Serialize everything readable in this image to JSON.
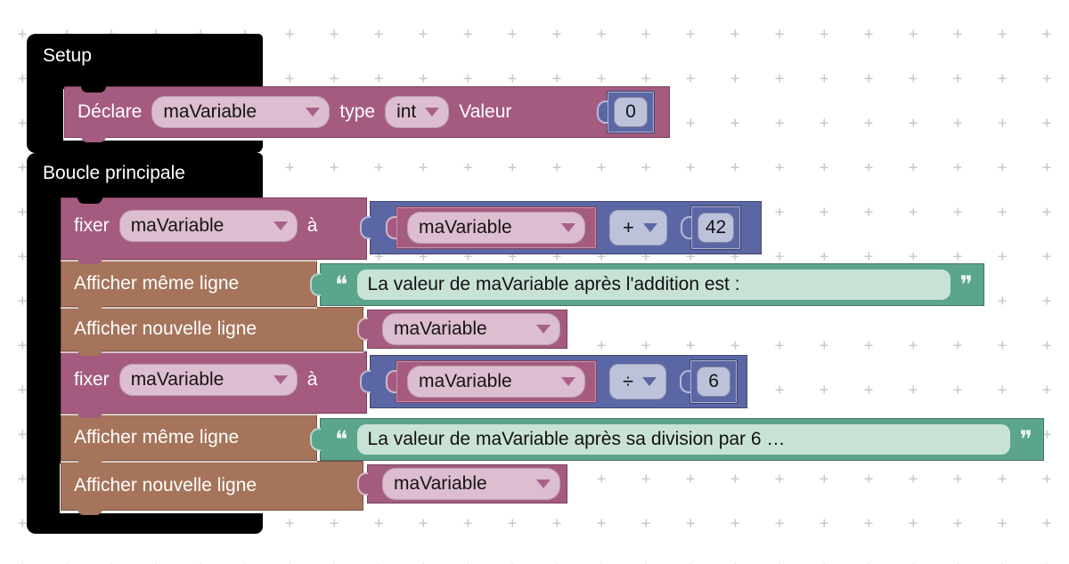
{
  "colors": {
    "block_black": "#000000",
    "block_pink": "#a55b80",
    "block_brown": "#a5745b",
    "block_green": "#5ba58c",
    "block_blue": "#5b67a5",
    "field_pink": "#ddbdd0",
    "field_blue": "#bdc2db",
    "field_green": "#c9e2d6",
    "grid_cross": "#c9c9c9"
  },
  "setup": {
    "label": "Setup"
  },
  "loop": {
    "label": "Boucle principale"
  },
  "declare": {
    "keyword": "Déclare",
    "variable": "maVariable",
    "type_label": "type",
    "type_value": "int",
    "value_label": "Valeur",
    "value": "0"
  },
  "quote_icons": {
    "open": "❝",
    "close": "❞"
  },
  "rows": {
    "fixer1": {
      "keyword": "fixer",
      "variable": "maVariable",
      "to_label": "à",
      "expr_variable": "maVariable",
      "operator": "+",
      "operand": "42"
    },
    "print_same1": {
      "label": "Afficher même ligne",
      "text": "La valeur de maVariable après l'addition est :"
    },
    "print_new1": {
      "label": "Afficher nouvelle ligne",
      "variable": "maVariable"
    },
    "fixer2": {
      "keyword": "fixer",
      "variable": "maVariable",
      "to_label": "à",
      "expr_variable": "maVariable",
      "operator": "÷",
      "operand": "6"
    },
    "print_same2": {
      "label": "Afficher même ligne",
      "text": "La valeur de maVariable après sa division par 6 …"
    },
    "print_new2": {
      "label": "Afficher nouvelle ligne",
      "variable": "maVariable"
    }
  }
}
